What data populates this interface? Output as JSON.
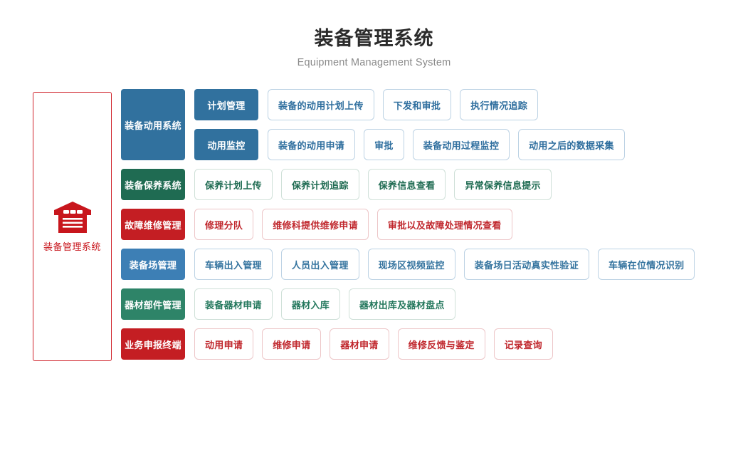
{
  "header": {
    "title": "装备管理系统",
    "subtitle": "Equipment Management System"
  },
  "root": {
    "label": "装备管理系统",
    "icon": "warehouse-icon",
    "border_color": "#D0232B",
    "text_color": "#C8161D"
  },
  "palette": {
    "blue": "#31719E",
    "blue_light": "#3D7FB5",
    "green_dark": "#1F6B52",
    "green_medium": "#2E8468",
    "red": "#C41E23",
    "leaf_blue_text": "#2E6E9E",
    "leaf_green_text": "#1F6B52",
    "leaf_red_text": "#C0272D"
  },
  "rows": [
    {
      "category": "装备动用系统",
      "theme": "blue",
      "subrows": [
        {
          "subcategory": "计划管理",
          "leaves": [
            "装备的动用计划上传",
            "下发和审批",
            "执行情况追踪"
          ]
        },
        {
          "subcategory": "动用监控",
          "leaves": [
            "装备的动用申请",
            "审批",
            "装备动用过程监控",
            "动用之后的数据采集"
          ]
        }
      ]
    },
    {
      "category": "装备保养系统",
      "theme": "green",
      "leaves": [
        "保养计划上传",
        "保养计划追踪",
        "保养信息查看",
        "异常保养信息提示"
      ]
    },
    {
      "category": "故障维修管理",
      "theme": "red",
      "leaves": [
        "修理分队",
        "维修科提供维修申请",
        "审批以及故障处理情况查看"
      ]
    },
    {
      "category": "装备场管理",
      "theme": "bluelight",
      "leaves": [
        "车辆出入管理",
        "人员出入管理",
        "现场区视频监控",
        "装备场日活动真实性验证",
        "车辆在位情况识别"
      ]
    },
    {
      "category": "器材部件管理",
      "theme": "green2",
      "leaves": [
        "装备器材申请",
        "器材入库",
        "器材出库及器材盘点"
      ]
    },
    {
      "category": "业务申报终端",
      "theme": "red",
      "leaves": [
        "动用申请",
        "维修申请",
        "器材申请",
        "维修反馈与鉴定",
        "记录查询"
      ]
    }
  ]
}
